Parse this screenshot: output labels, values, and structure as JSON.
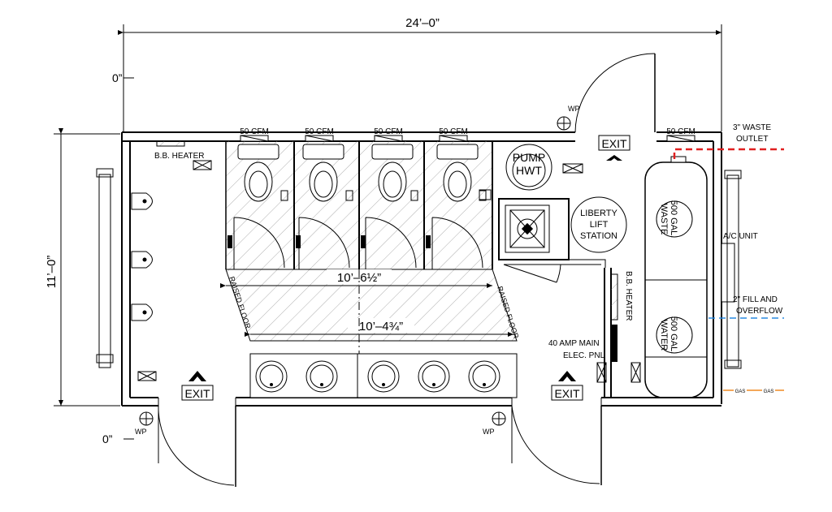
{
  "dimensions": {
    "overall_width": "24’–0”",
    "overall_height": "11’–0”",
    "top_left_offset": "0”",
    "bottom_left_offset": "0”",
    "upper_raised_floor": "10’–6½”",
    "lower_raised_floor": "10’–4¾”"
  },
  "labels": {
    "cfm": [
      "50 CFM",
      "50 CFM",
      "50 CFM",
      "50 CFM",
      "50 CFM"
    ],
    "bb_heater_left": "B.B. HEATER",
    "bb_heater_right": "B.B. HEATER",
    "wp": [
      "WP",
      "WP",
      "WP"
    ],
    "exit": [
      "EXIT",
      "EXIT",
      "EXIT"
    ],
    "pump_line1": "PUMP",
    "pump_line2": "HWT",
    "lift_line1": "LIBERTY",
    "lift_line2": "LIFT",
    "lift_line3": "STATION",
    "raised_floor_left": "RAISED FLOOR",
    "raised_floor_right": "RAISED FLOOR",
    "elec_line1": "40 AMP MAIN",
    "elec_line2": "ELEC. PNL",
    "waste_outlet_line1": "3\" WASTE",
    "waste_outlet_line2": "OUTLET",
    "ac_unit": "A/C UNIT",
    "fill_line1": "2\" FILL AND",
    "fill_line2": "OVERFLOW",
    "tank_waste_line1": "500 GAL.",
    "tank_waste_line2": "WASTE",
    "tank_water_line1": "500 GAL.",
    "tank_water_line2": "WATER",
    "gas": [
      "GAS",
      "GAS"
    ]
  },
  "colors": {
    "waste_line": "#e02020",
    "fill_line": "#2a8ae0",
    "gas_line": "#f08a24"
  }
}
